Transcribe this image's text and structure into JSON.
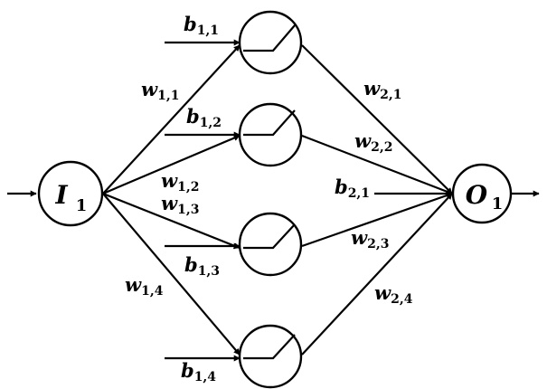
{
  "input_node": {
    "main": "I",
    "sub": "1"
  },
  "output_node": {
    "main": "O",
    "sub": "1"
  },
  "hidden_biases": [
    {
      "main": "b",
      "sub": "1,1"
    },
    {
      "main": "b",
      "sub": "1,2"
    },
    {
      "main": "b",
      "sub": "1,3"
    },
    {
      "main": "b",
      "sub": "1,4"
    }
  ],
  "output_bias": {
    "main": "b",
    "sub": "2,1"
  },
  "input_weights": [
    {
      "main": "w",
      "sub": "1,1"
    },
    {
      "main": "w",
      "sub": "1,2"
    },
    {
      "main": "w",
      "sub": "1,3"
    },
    {
      "main": "w",
      "sub": "1,4"
    }
  ],
  "output_weights": [
    {
      "main": "w",
      "sub": "2,1"
    },
    {
      "main": "w",
      "sub": "2,2"
    },
    {
      "main": "w",
      "sub": "2,3"
    },
    {
      "main": "w",
      "sub": "2,4"
    }
  ],
  "colors": {
    "stroke": "#000000",
    "background": "#ffffff"
  }
}
